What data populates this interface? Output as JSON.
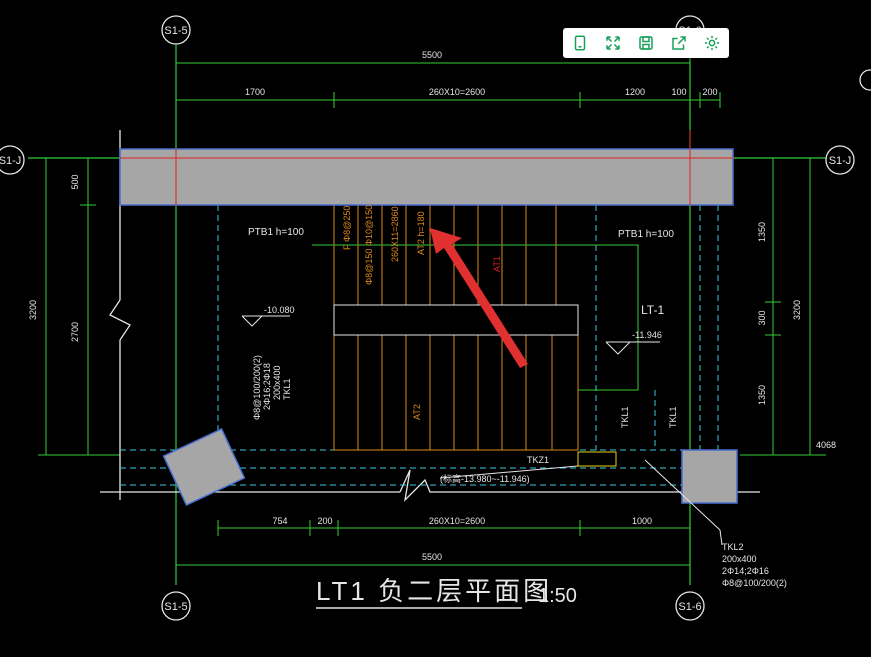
{
  "title": {
    "main": "LT1 负二层平面图",
    "scale": "1:50"
  },
  "axes": {
    "top_left": "S1-5",
    "top_right": "S1-6",
    "bottom_left": "S1-5",
    "bottom_right": "S1-6",
    "left": "S1-J",
    "right": "S1-J"
  },
  "dims_top": {
    "overall": "5500",
    "seg1": "1700",
    "seg2": "260X10=2600",
    "seg3": "1200",
    "seg4": "100",
    "seg5": "200"
  },
  "dims_bottom": {
    "overall": "5500",
    "seg1": "754",
    "seg2": "200",
    "seg3": "260X10=2600",
    "seg4": "1000"
  },
  "dims_left": {
    "outer": "3200",
    "a": "500",
    "b": "2700"
  },
  "dims_right": {
    "outer": "3200",
    "a": "1350",
    "b": "300",
    "c": "1350",
    "end": "4068"
  },
  "labels": {
    "ptb1_left": "PTB1 h=100",
    "ptb1_right": "PTB1 h=100",
    "elev_left": "-10.080",
    "elev_right": "-11.946",
    "lt1": "LT-1",
    "tkl1_left_a": "TKL1",
    "tkl1_left_b": "200x400",
    "tkl1_left_c": "2Φ16;2Φ18",
    "tkl1_left_d": "Φ8@100/200(2)",
    "tkl1_mid": "TKL1",
    "tkl1_right": "TKL1",
    "tkz1": "TKZ1",
    "range": "(标高-13.980~-11.946)",
    "at2_a": "AT2 h=180",
    "at2_b": "260X11=2860",
    "at2_c": "Φ8@150 Φ10@150",
    "at2_d": "F Φ8@250",
    "at1_red": "AT1",
    "at2_lower": "AT2",
    "tkl2_a": "TKL2",
    "tkl2_b": "200x400",
    "tkl2_c": "2Φ14;2Φ16",
    "tkl2_d": "Φ8@100/200(2)"
  },
  "toolbar": {
    "btn1": "tablet-icon",
    "btn2": "fullscreen-icon",
    "btn3": "save-icon",
    "btn4": "share-icon",
    "btn5": "settings-icon"
  },
  "colors": {
    "background": "#000000",
    "dim_line": "#33cc33",
    "stair_line": "#e08a1a",
    "beam_fill": "#a6a6a6",
    "beam_edge": "#4a6fd0",
    "dashed": "#3cc8e0",
    "center_line": "#e02020",
    "arrow": "#e03030",
    "toolbar_icon": "#18a058"
  }
}
